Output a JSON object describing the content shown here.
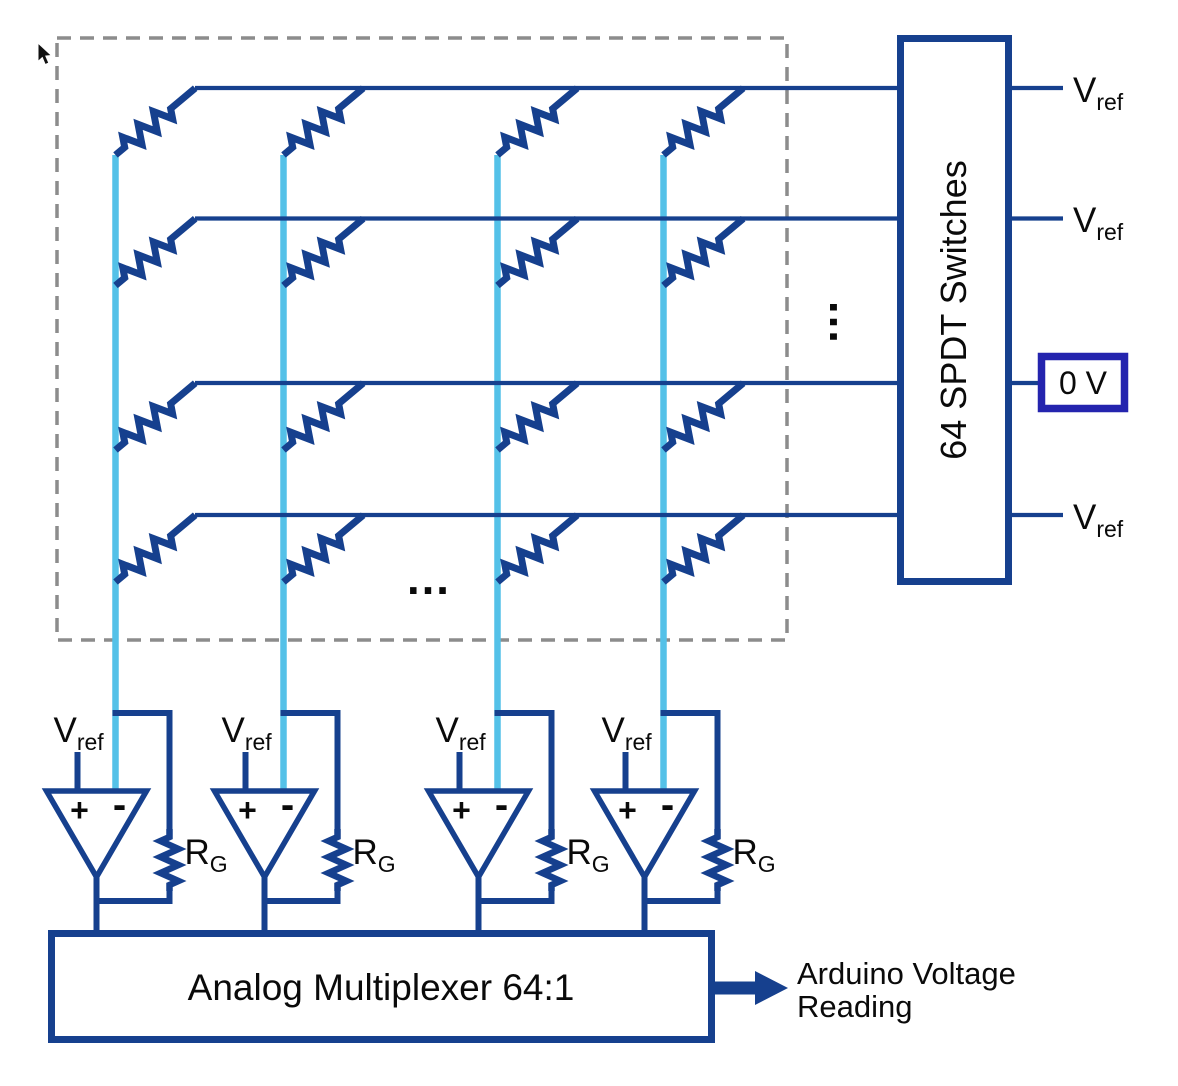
{
  "diagram": {
    "colors": {
      "background": "#ffffff",
      "wire_navy": "#16408e",
      "column_blue": "#54c1e8",
      "zero_box_border": "#2424ae",
      "dashed_border": "#8c8c8c",
      "text": "#0a0a0a"
    },
    "resistor_grid": {
      "rows": 4,
      "columns": 4,
      "column_ellipsis": "…",
      "row_ellipsis": "…"
    },
    "switch_box": {
      "label": "64 SPDT Switches"
    },
    "outputs": [
      {
        "row": 1,
        "label_main": "V",
        "label_sub": "ref"
      },
      {
        "row": 2,
        "label_main": "V",
        "label_sub": "ref"
      },
      {
        "row": 3,
        "label": "0 V",
        "boxed": true
      },
      {
        "row": 4,
        "label_main": "V",
        "label_sub": "ref"
      }
    ],
    "opamps": {
      "count": 4,
      "vref_main": "V",
      "vref_sub": "ref",
      "plus": "+",
      "minus": "-",
      "gain_res_main": "R",
      "gain_res_sub": "G"
    },
    "mux": {
      "label": "Analog Multiplexer 64:1"
    },
    "arrow_label": {
      "line1": "Arduino Voltage",
      "line2": "Reading"
    }
  }
}
